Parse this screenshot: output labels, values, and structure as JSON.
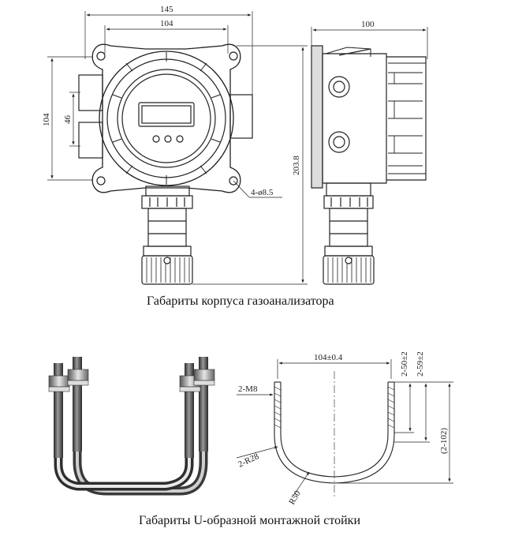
{
  "captions": {
    "housing": "Габариты корпуса газоанализатора",
    "ubolt": "Габариты U-образной монтажной стойки"
  },
  "housing_front": {
    "dim_total_width": "145",
    "dim_hole_spacing": "104",
    "dim_height_left": "104",
    "dim_height_inner": "46",
    "dim_holes": "4-ø8.5",
    "dim_total_height": "203.8"
  },
  "housing_side": {
    "dim_depth": "100"
  },
  "ubolt_drawing": {
    "dim_width": "104±0.4",
    "dim_thread": "2-M8",
    "dim_bend_radius": "2-R28",
    "dim_inner_radius": "R50",
    "dim_len_1": "2-50±2",
    "dim_len_2": "2-59±2",
    "dim_total_len": "(2-102)"
  }
}
